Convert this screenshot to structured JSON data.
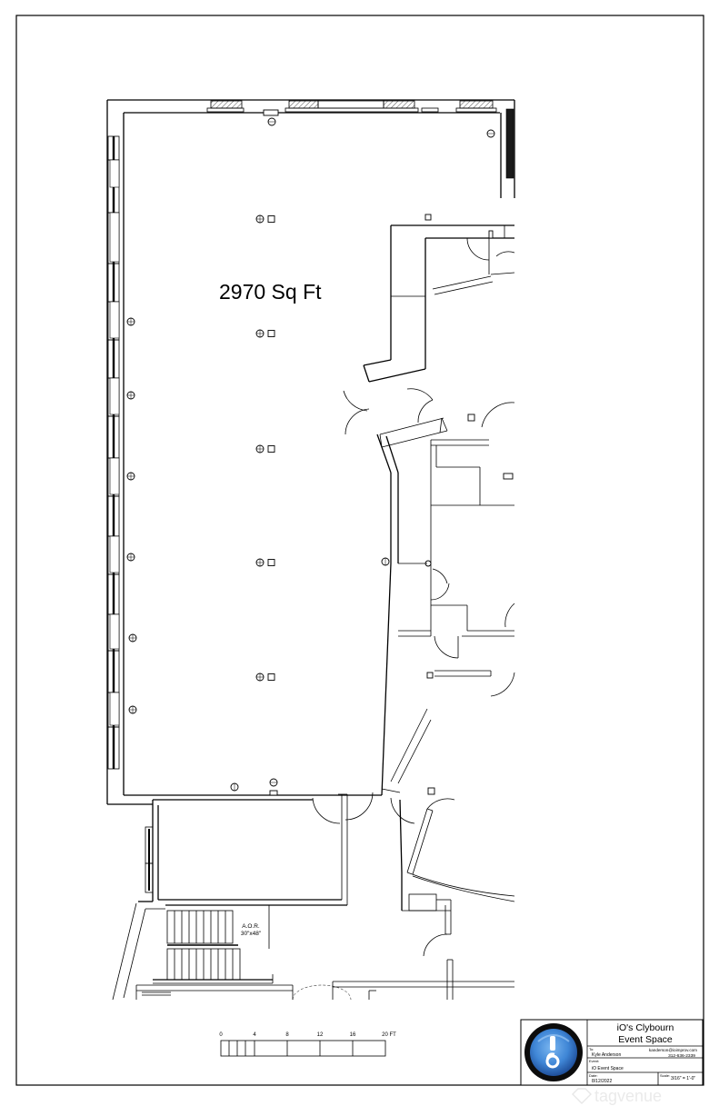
{
  "plan": {
    "area_label": "2970 Sq Ft",
    "aor_label": "A.O.R.",
    "aor_size": "30\"x48\""
  },
  "scale_bar": {
    "ticks": [
      "0",
      "4",
      "8",
      "12",
      "16",
      "20 FT"
    ]
  },
  "title_block": {
    "title_line1": "iO's Clybourn",
    "title_line2": "Event Space",
    "to_label": "To:",
    "contact_name": "Kyle Anderson",
    "contact_email": "kanderson@ioimprov.com",
    "contact_phone": "312-636-2339",
    "event_label": "Event:",
    "event_name": "iO Event Space",
    "date_label": "Date:",
    "date_value": "8/12/2022",
    "scale_label": "Scale:",
    "scale_value": "3/16\" = 1'-0\""
  },
  "watermark": {
    "text": "tagvenue"
  },
  "colors": {
    "logo_ring": "#0c0c0c",
    "logo_blue": "#3f86d6",
    "logo_blue_dark": "#1f4f9a",
    "line": "#000000"
  }
}
